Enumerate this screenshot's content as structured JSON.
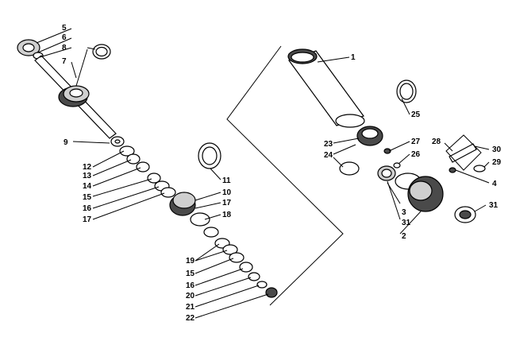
{
  "diagram": {
    "callouts": [
      "1",
      "2",
      "3",
      "4",
      "5",
      "6",
      "7",
      "8",
      "9",
      "10",
      "11",
      "12",
      "13",
      "14",
      "15",
      "16",
      "17",
      "18",
      "19",
      "15",
      "16",
      "20",
      "21",
      "22",
      "23",
      "24",
      "25",
      "26",
      "27",
      "28",
      "29",
      "30",
      "31",
      "31",
      "17"
    ]
  }
}
